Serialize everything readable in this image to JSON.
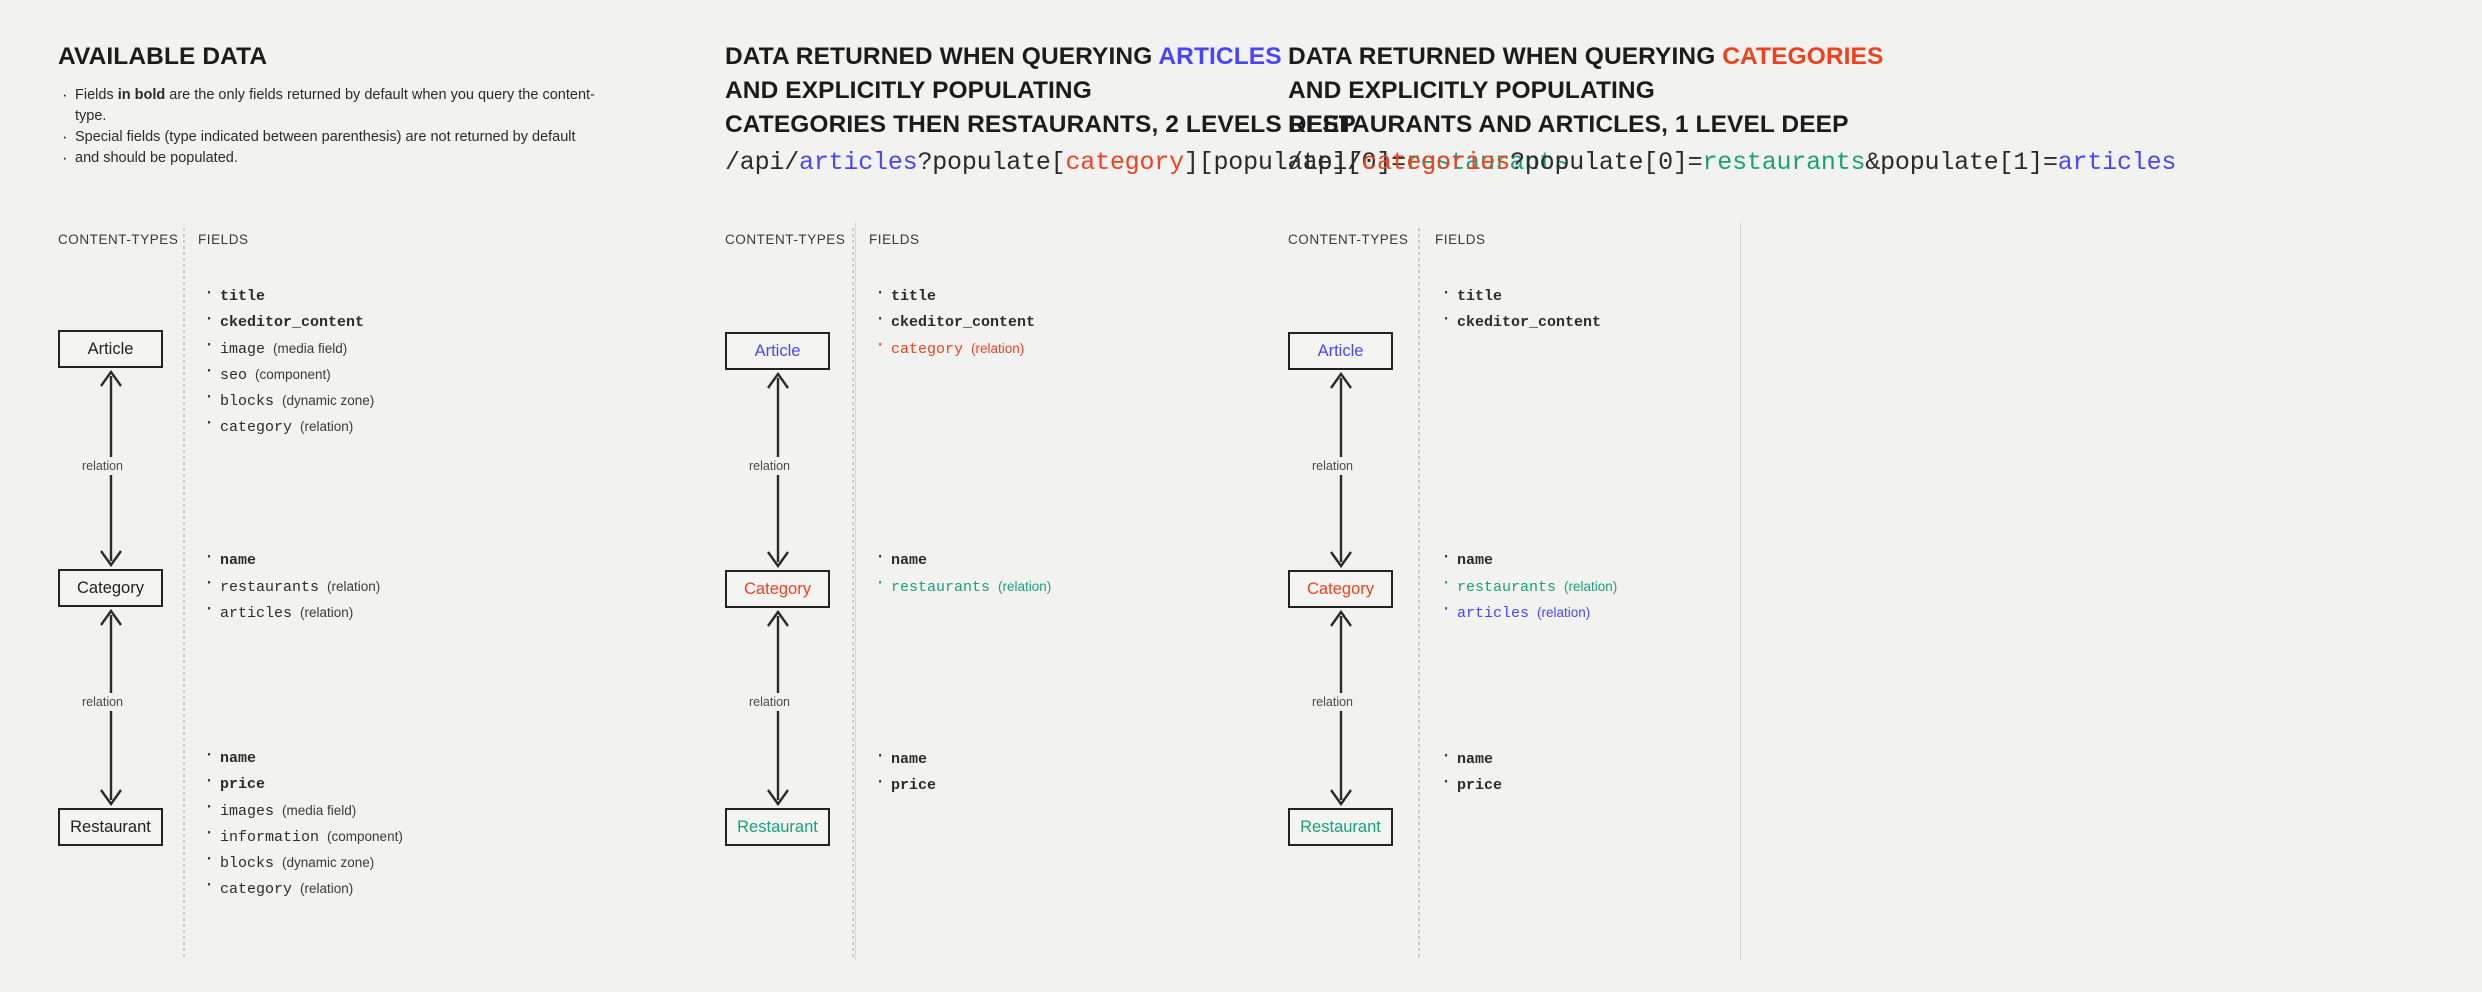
{
  "panels": [
    {
      "id": "available-data",
      "title": "AVAILABLE DATA",
      "notes": [
        {
          "pre": "Fields ",
          "bold": "in bold",
          "post": " are the only fields returned by default when you query the content-type."
        },
        {
          "pre": "Special fields (type indicated between parenthesis) are not returned by default",
          "bold": "",
          "post": ""
        },
        {
          "pre": "and should be populated.",
          "bold": "",
          "post": ""
        }
      ],
      "col_content_types": "CONTENT-TYPES",
      "col_fields": "FIELDS",
      "relation_label": "relation",
      "entities": [
        {
          "name": "Article",
          "color": "dark"
        },
        {
          "name": "Category",
          "color": "dark"
        },
        {
          "name": "Restaurant",
          "color": "dark"
        }
      ],
      "fieldgroups": [
        [
          {
            "name": "title",
            "type": "",
            "bold": true,
            "color": ""
          },
          {
            "name": "ckeditor_content",
            "type": "",
            "bold": true,
            "color": ""
          },
          {
            "name": "image",
            "type": "(media field)",
            "bold": false,
            "color": ""
          },
          {
            "name": "seo",
            "type": "(component)",
            "bold": false,
            "color": ""
          },
          {
            "name": "blocks",
            "type": "(dynamic zone)",
            "bold": false,
            "color": ""
          },
          {
            "name": "category",
            "type": "(relation)",
            "bold": false,
            "color": ""
          }
        ],
        [
          {
            "name": "name",
            "type": "",
            "bold": true,
            "color": ""
          },
          {
            "name": "restaurants",
            "type": "(relation)",
            "bold": false,
            "color": ""
          },
          {
            "name": "articles",
            "type": "(relation)",
            "bold": false,
            "color": ""
          }
        ],
        [
          {
            "name": "name",
            "type": "",
            "bold": true,
            "color": ""
          },
          {
            "name": "price",
            "type": "",
            "bold": true,
            "color": ""
          },
          {
            "name": "images",
            "type": "(media field)",
            "bold": false,
            "color": ""
          },
          {
            "name": "information",
            "type": "(component)",
            "bold": false,
            "color": ""
          },
          {
            "name": "blocks",
            "type": "(dynamic zone)",
            "bold": false,
            "color": ""
          },
          {
            "name": "category",
            "type": "(relation)",
            "bold": false,
            "color": ""
          }
        ]
      ]
    },
    {
      "id": "query-articles",
      "title_line1_a": "DATA RETURNED WHEN QUERYING ",
      "title_line1_hl": "ARTICLES",
      "title_line2": "AND EXPLICITLY POPULATING",
      "title_line3": "CATEGORIES THEN RESTAURANTS, 2 LEVELS DEEP",
      "query_parts": [
        {
          "t": "/api/",
          "c": ""
        },
        {
          "t": "articles",
          "c": "blue"
        },
        {
          "t": "?populate[",
          "c": ""
        },
        {
          "t": "category",
          "c": "red"
        },
        {
          "t": "][populate][0]=",
          "c": ""
        },
        {
          "t": "restaurants",
          "c": "teal"
        }
      ],
      "col_content_types": "CONTENT-TYPES",
      "col_fields": "FIELDS",
      "relation_label": "relation",
      "entities": [
        {
          "name": "Article",
          "color": "blue"
        },
        {
          "name": "Category",
          "color": "red"
        },
        {
          "name": "Restaurant",
          "color": "teal"
        }
      ],
      "fieldgroups": [
        [
          {
            "name": "title",
            "type": "",
            "bold": true,
            "color": ""
          },
          {
            "name": "ckeditor_content",
            "type": "",
            "bold": true,
            "color": ""
          },
          {
            "name": "category",
            "type": "(relation)",
            "bold": false,
            "color": "red"
          }
        ],
        [
          {
            "name": "name",
            "type": "",
            "bold": true,
            "color": ""
          },
          {
            "name": "restaurants",
            "type": "(relation)",
            "bold": false,
            "color": "teal"
          }
        ],
        [
          {
            "name": "name",
            "type": "",
            "bold": true,
            "color": ""
          },
          {
            "name": "price",
            "type": "",
            "bold": true,
            "color": ""
          }
        ]
      ]
    },
    {
      "id": "query-categories",
      "title_line1_a": "DATA RETURNED WHEN QUERYING ",
      "title_line1_hl": "CATEGORIES",
      "title_line2": "AND EXPLICITLY POPULATING",
      "title_line3": "RESTAURANTS AND ARTICLES, 1 LEVEL DEEP",
      "query_parts": [
        {
          "t": "/api/",
          "c": ""
        },
        {
          "t": "categories",
          "c": "red"
        },
        {
          "t": "?populate[0]=",
          "c": ""
        },
        {
          "t": "restaurants",
          "c": "teal"
        },
        {
          "t": "&populate[1]=",
          "c": ""
        },
        {
          "t": "articles",
          "c": "blue"
        }
      ],
      "col_content_types": "CONTENT-TYPES",
      "col_fields": "FIELDS",
      "relation_label": "relation",
      "entities": [
        {
          "name": "Article",
          "color": "blue"
        },
        {
          "name": "Category",
          "color": "red"
        },
        {
          "name": "Restaurant",
          "color": "teal"
        }
      ],
      "fieldgroups": [
        [
          {
            "name": "title",
            "type": "",
            "bold": true,
            "color": ""
          },
          {
            "name": "ckeditor_content",
            "type": "",
            "bold": true,
            "color": ""
          }
        ],
        [
          {
            "name": "name",
            "type": "",
            "bold": true,
            "color": ""
          },
          {
            "name": "restaurants",
            "type": "(relation)",
            "bold": false,
            "color": "teal"
          },
          {
            "name": "articles",
            "type": "(relation)",
            "bold": false,
            "color": "blue"
          }
        ],
        [
          {
            "name": "name",
            "type": "",
            "bold": true,
            "color": ""
          },
          {
            "name": "price",
            "type": "",
            "bold": true,
            "color": ""
          }
        ]
      ]
    }
  ],
  "colors": {
    "background": "#f2f2f1",
    "blue": "#4945ff",
    "red": "#f0411f",
    "teal": "#1aa179",
    "ink": "#222222"
  }
}
